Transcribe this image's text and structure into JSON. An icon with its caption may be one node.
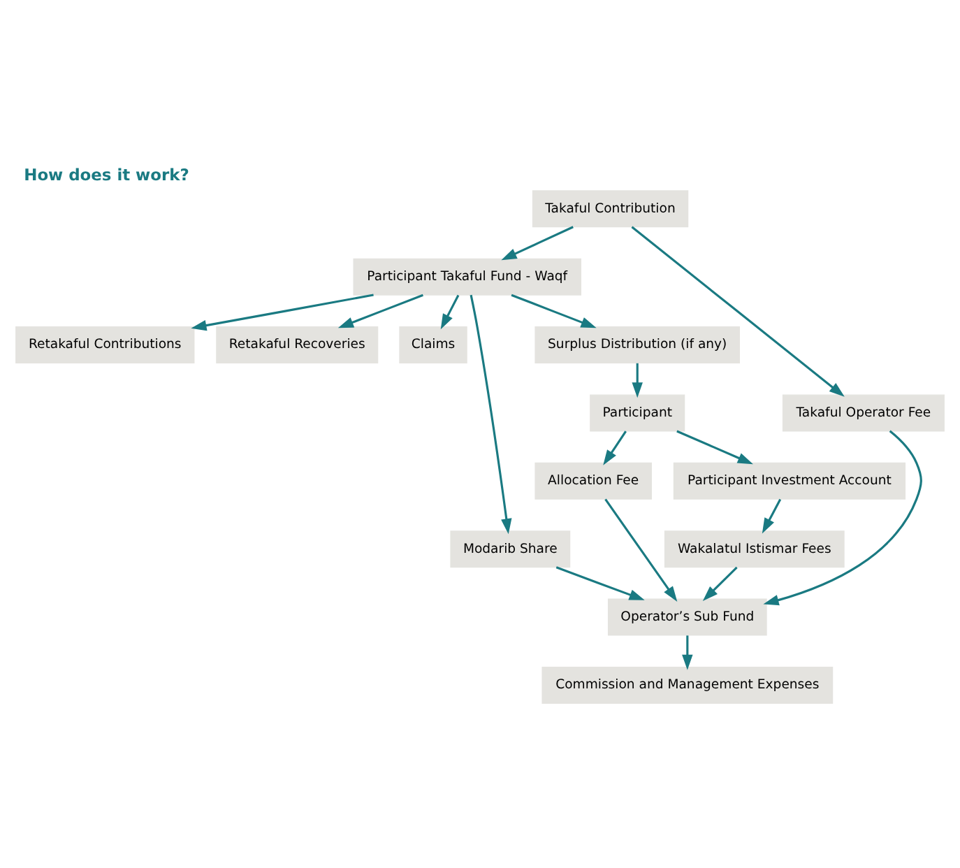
{
  "diagram": {
    "title": "How does it work?",
    "nodes": [
      {
        "text": [
          "Retakaful Contributions"
        ]
      },
      {
        "text": [
          "Retakaful Recoveries"
        ]
      },
      {
        "text": [
          "Claims"
        ]
      },
      {
        "text": [
          "Participant Takaful Fund - Waqf"
        ]
      },
      {
        "text": [
          "Participant"
        ]
      },
      {
        "text": [
          "Allocation Fee"
        ]
      },
      {
        "text": [
          "Participant Investment Account"
        ]
      },
      {
        "text": [
          "Takaful Contribution"
        ]
      },
      {
        "text": [
          "Wakalatul Istismar Fees"
        ]
      },
      {
        "text": [
          "Takaful Operator Fee"
        ]
      },
      {
        "text": [
          "Operator’s Sub Fund"
        ]
      },
      {
        "text": [
          "Modarib Share"
        ]
      },
      {
        "text": [
          "Commission and Management Expenses"
        ]
      },
      {
        "text": [
          "Surplus Distribution (if any)"
        ]
      }
    ],
    "edges": [
      {
        "from": 3,
        "to": 0,
        "arrow": "to"
      },
      {
        "from": 3,
        "to": 2,
        "arrow": "to"
      },
      {
        "from": 3,
        "to": 1,
        "arrow": "to"
      },
      {
        "from": 3,
        "to": 13,
        "arrow": "to"
      },
      {
        "from": 13,
        "to": 4,
        "arrow": "to"
      },
      {
        "from": 4,
        "to": 5,
        "arrow": "to"
      },
      {
        "from": 4,
        "to": 6,
        "arrow": "to"
      },
      {
        "from": 6,
        "to": 8,
        "arrow": "to"
      },
      {
        "from": 7,
        "to": 3,
        "arrow": "to"
      },
      {
        "from": 7,
        "to": 9,
        "arrow": "to"
      },
      {
        "from": 3,
        "to": 11,
        "arrow": "to"
      },
      {
        "from": 9,
        "to": 10,
        "arrow": "to"
      },
      {
        "from": 8,
        "to": 10,
        "arrow": "to"
      },
      {
        "from": 5,
        "to": 10,
        "arrow": "to"
      },
      {
        "from": 11,
        "to": 10,
        "arrow": "to"
      },
      {
        "from": 10,
        "to": 12,
        "arrow": "to"
      }
    ]
  }
}
